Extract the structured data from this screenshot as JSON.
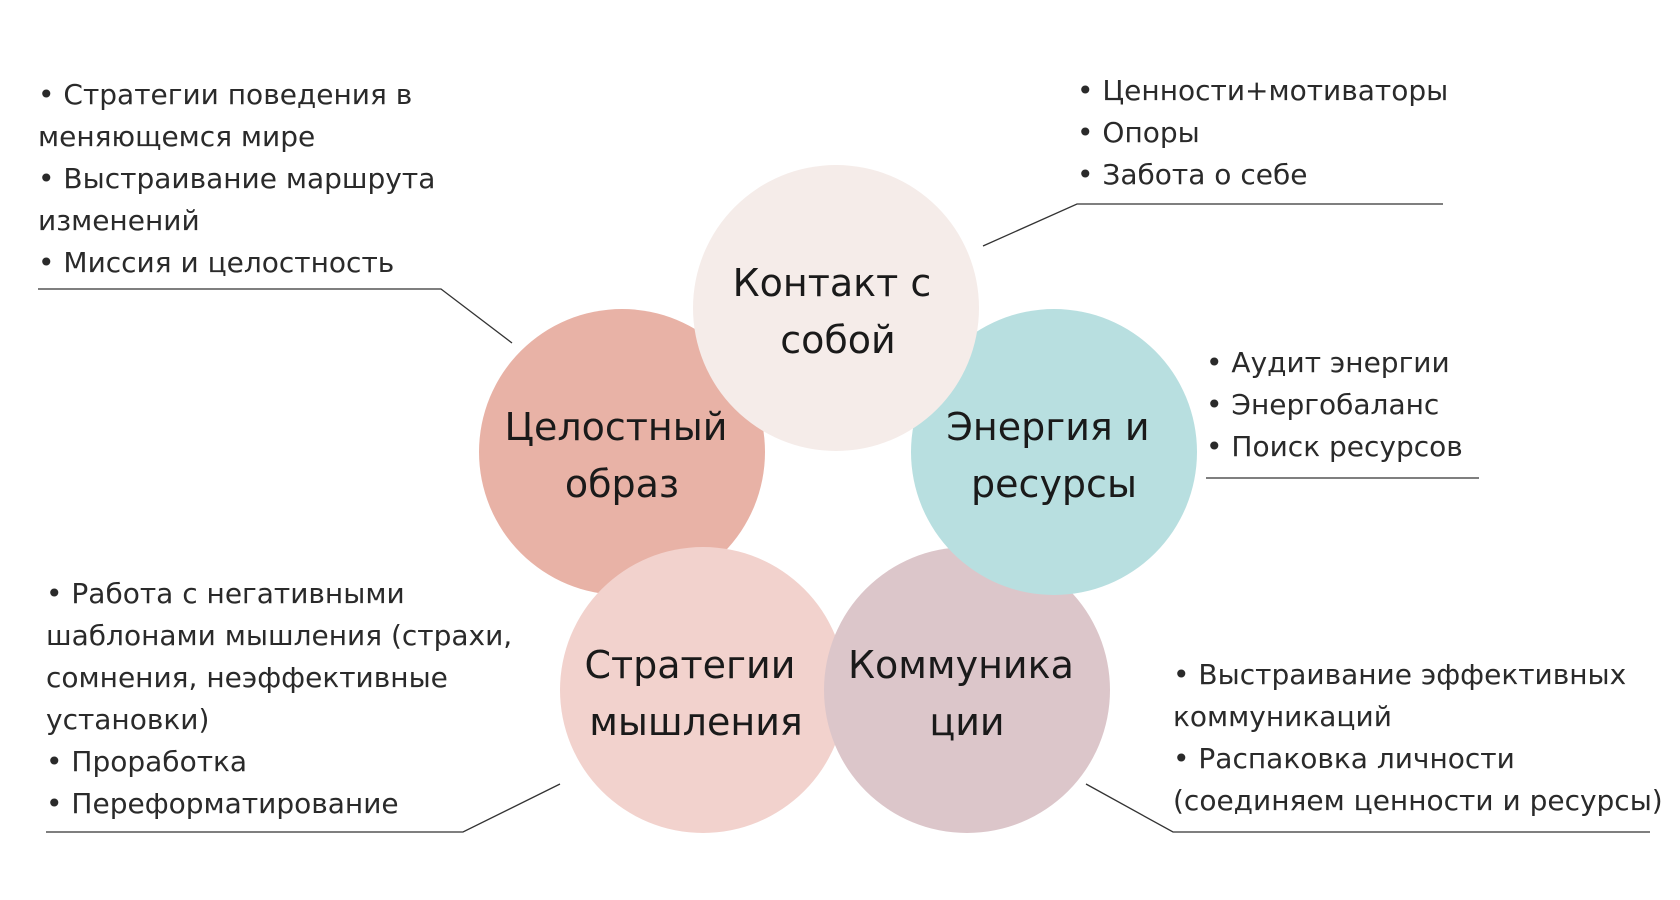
{
  "circles": [
    {
      "id": "circle-integrity",
      "lines": [
        "Целостный",
        "образ"
      ],
      "color": "#e8b2a6"
    },
    {
      "id": "circle-thinking",
      "lines": [
        "Стратегии",
        "мышления"
      ],
      "color": "#f2d2cd"
    },
    {
      "id": "circle-communication",
      "lines": [
        "Коммуника",
        "ции"
      ],
      "color": "#dcc6ca"
    },
    {
      "id": "circle-energy",
      "lines": [
        "Энергия и",
        "ресурсы"
      ],
      "color": "#b8dfe0"
    },
    {
      "id": "circle-contact",
      "lines": [
        "Контакт с",
        "собой"
      ],
      "color": "#f5ece9"
    }
  ],
  "notes": {
    "top_left": [
      "• Стратегии поведения в",
      "меняющемся мире",
      "• Выстраивание маршрута",
      "изменений",
      "• Миссия и целостность"
    ],
    "top_right": [
      "• Ценности+мотиваторы",
      "• Опоры",
      "• Забота о себе"
    ],
    "right": [
      "• Аудит энергии",
      "• Энергобаланс",
      "• Поиск ресурсов"
    ],
    "bottom_left": [
      "• Работа с негативными",
      "шаблонами мышления (страхи,",
      "сомнения, неэффективные",
      "установки)",
      "• Проработка",
      "• Переформатирование"
    ],
    "bottom_right": [
      "• Выстраивание эффективных",
      "коммуникаций",
      "• Распаковка личности",
      "(соединяем ценности и ресурсы)"
    ]
  },
  "colors": {
    "connector": "#333333",
    "text": "#1a1a1a"
  }
}
